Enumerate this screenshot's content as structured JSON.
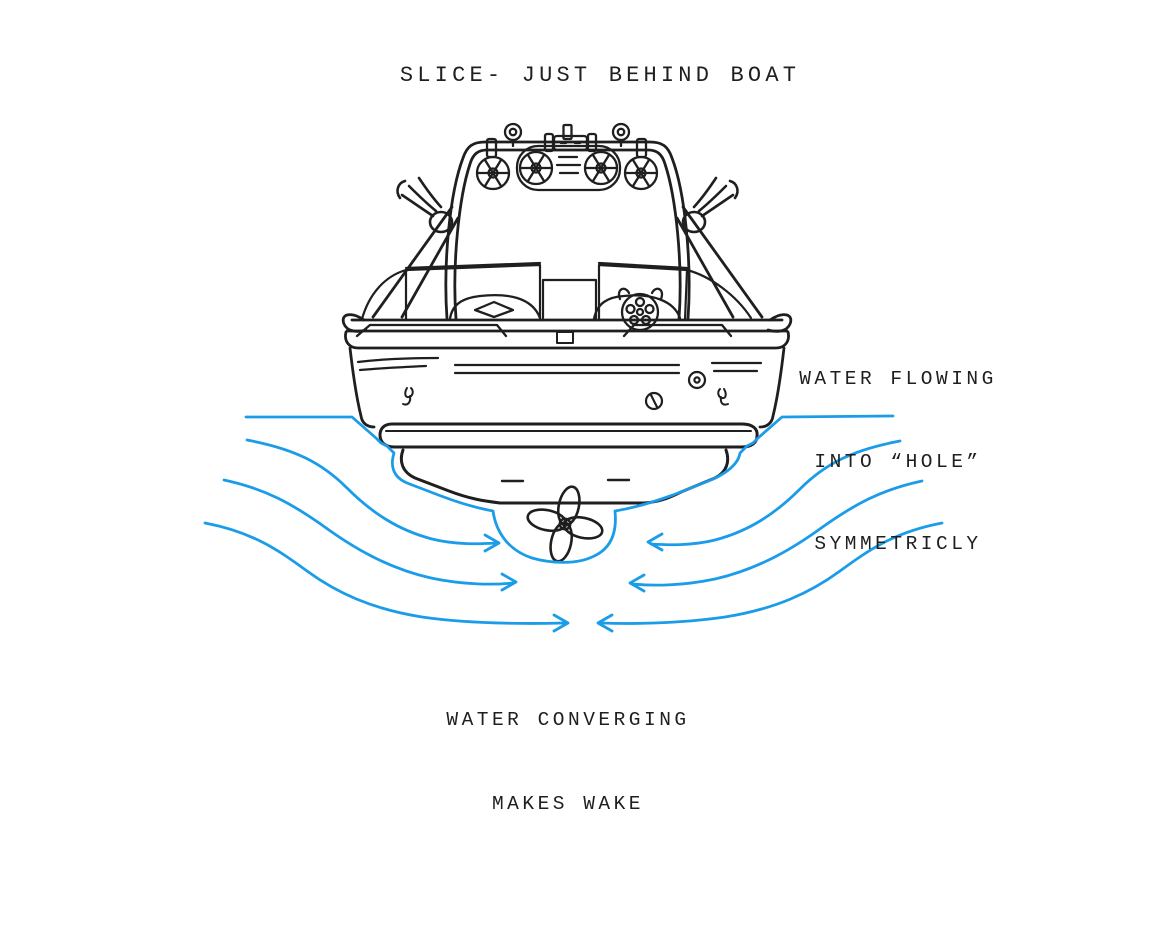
{
  "title": "SLICE- JUST BEHIND BOAT",
  "annotations": {
    "water_flowing": {
      "line1": "WATER FLOWING",
      "line2": "INTO “HOLE”",
      "line3": "SYMMETRICLY"
    },
    "water_converging": {
      "line1": "WATER CONVERGING",
      "line2": "MAKES WAKE"
    }
  },
  "colors": {
    "ink": "#1f1f1f",
    "water": "#1b9ce9",
    "background": "#ffffff"
  }
}
